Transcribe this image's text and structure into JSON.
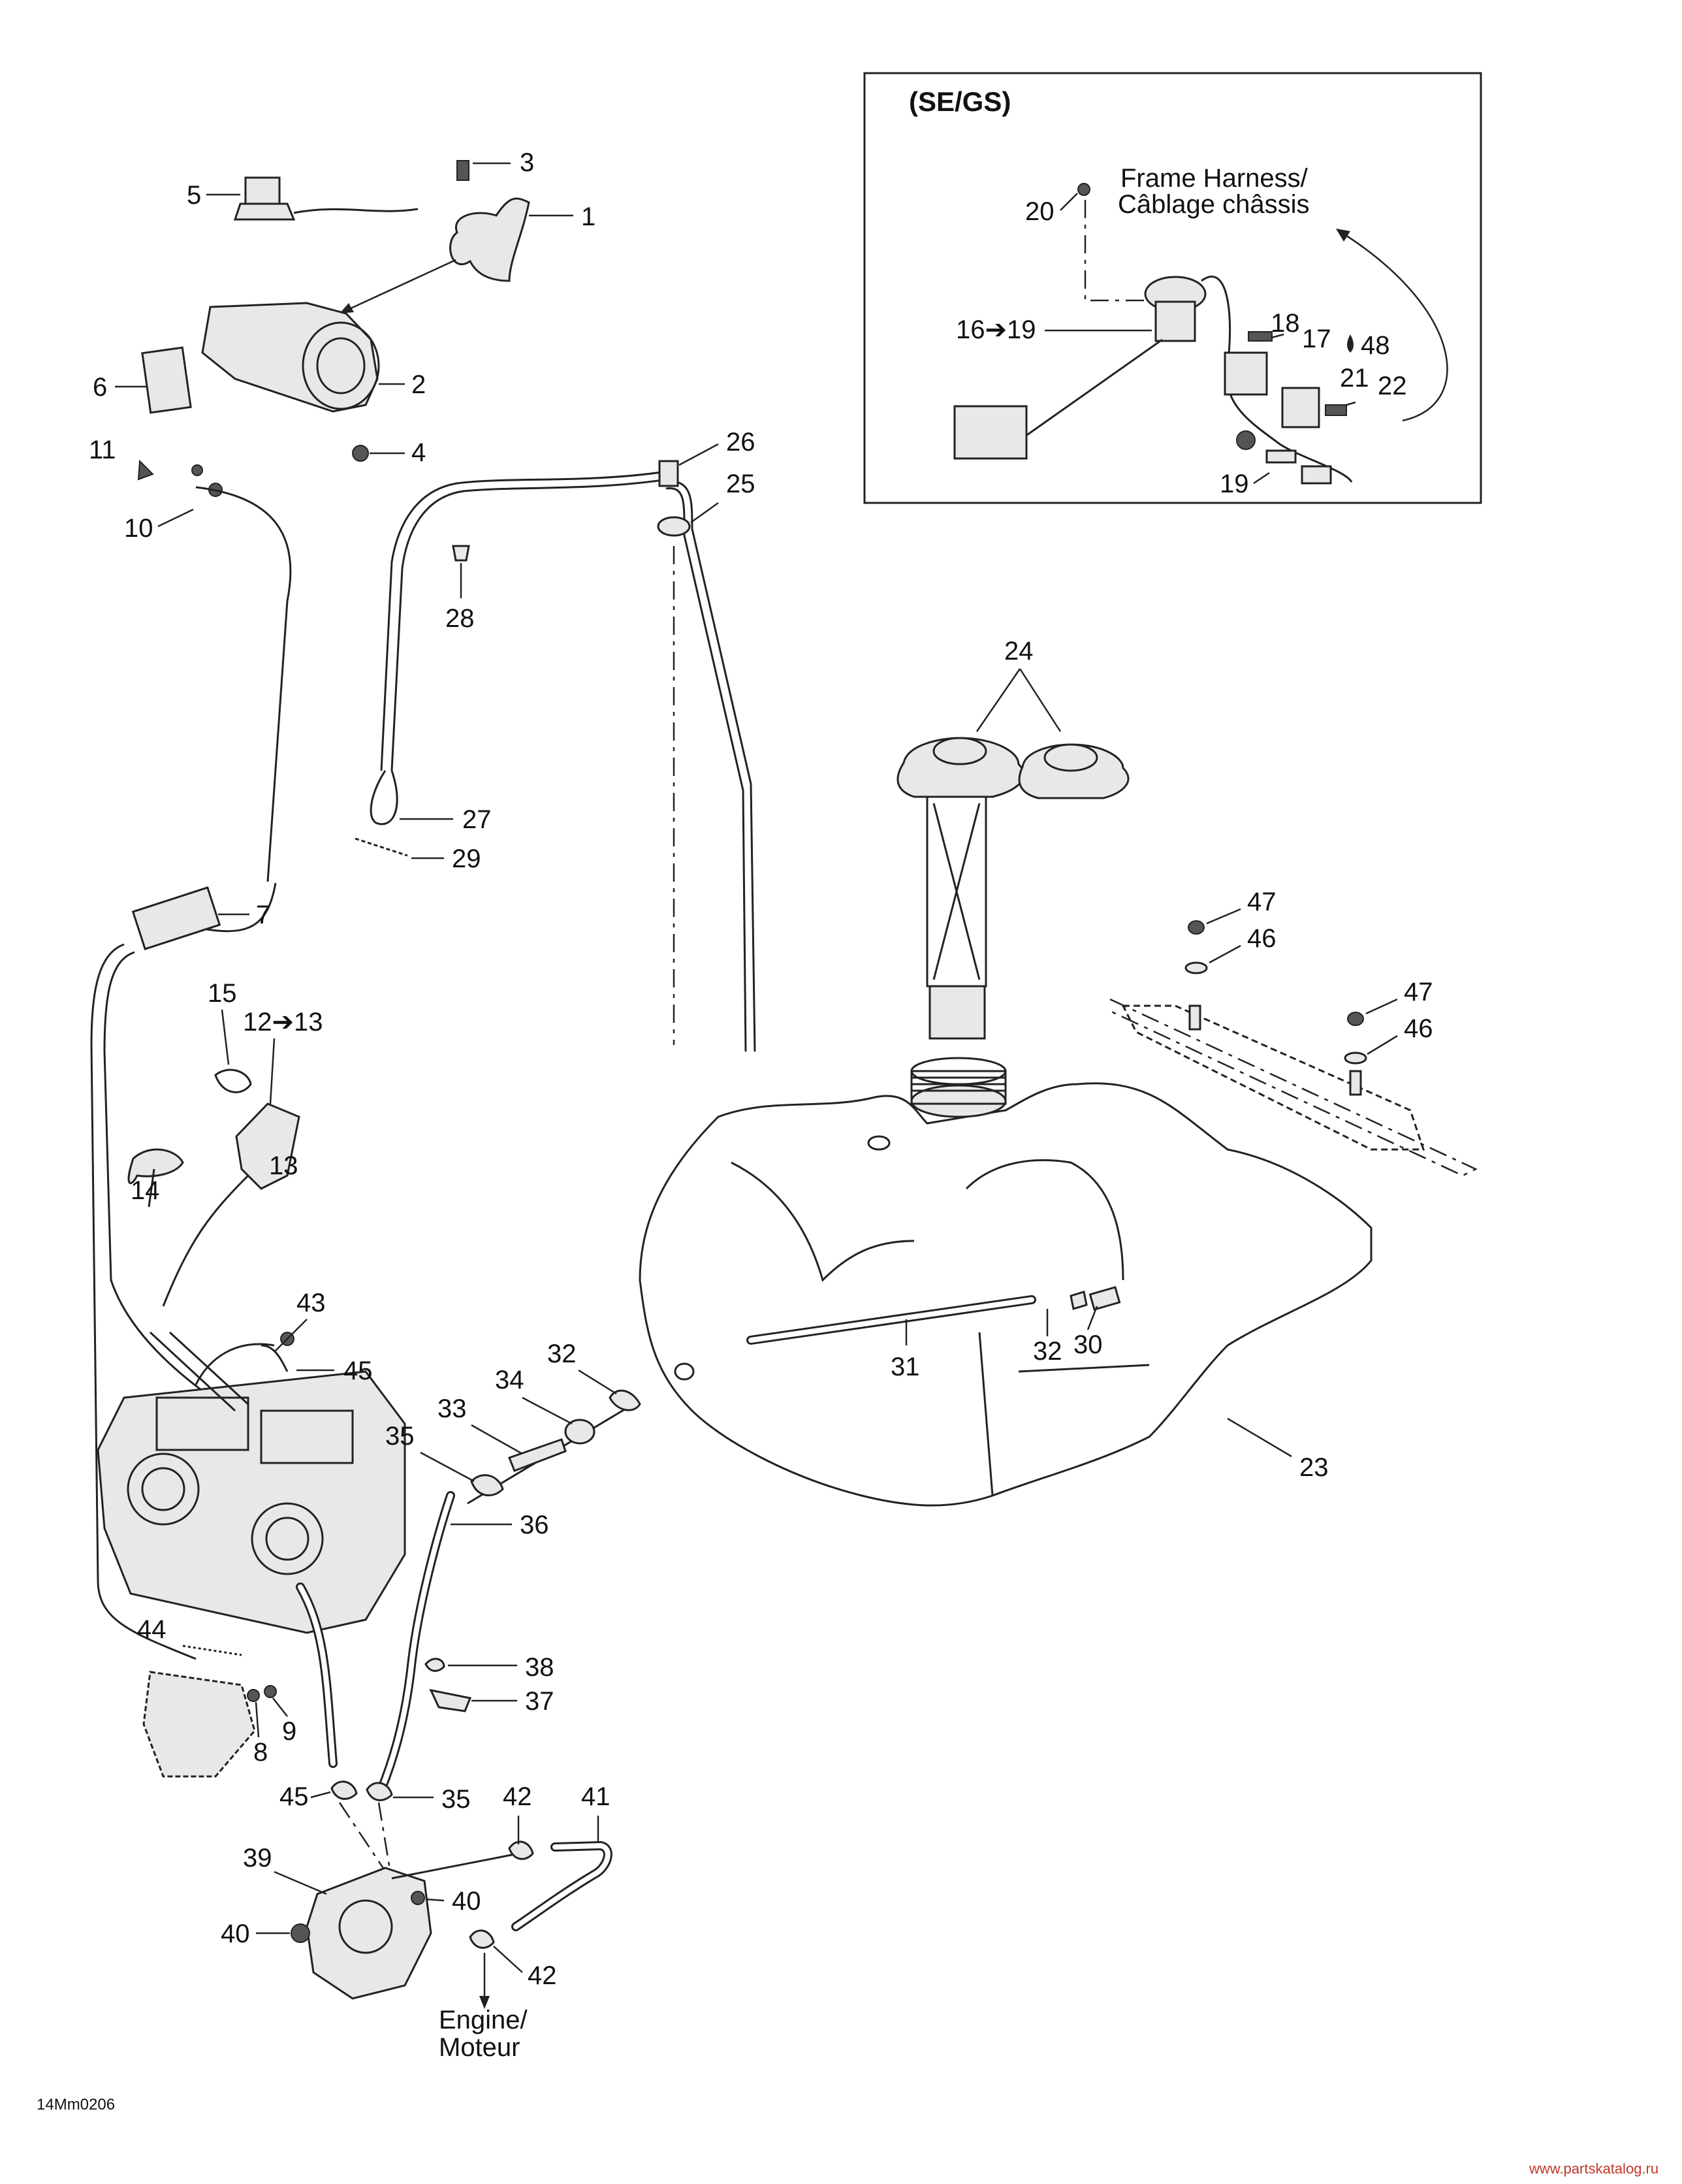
{
  "inset": {
    "title": "(SE/GS)",
    "note_line1": "Frame Harness/",
    "note_line2": "Câblage châssis"
  },
  "callouts": {
    "c1": "1",
    "c2": "2",
    "c3": "3",
    "c4": "4",
    "c5": "5",
    "c6": "6",
    "c7": "7",
    "c8": "8",
    "c9": "9",
    "c10": "10",
    "c11": "11",
    "c12_13": "12➔13",
    "c13": "13",
    "c14": "14",
    "c15": "15",
    "c16_19": "16➔19",
    "c17": "17",
    "c18": "18",
    "c19": "19",
    "c20": "20",
    "c21": "21",
    "c22": "22",
    "c23": "23",
    "c24": "24",
    "c25": "25",
    "c26": "26",
    "c27": "27",
    "c28": "28",
    "c29": "29",
    "c30": "30",
    "c31": "31",
    "c32a": "32",
    "c32b": "32",
    "c33": "33",
    "c34": "34",
    "c35a": "35",
    "c35b": "35",
    "c36": "36",
    "c37": "37",
    "c38": "38",
    "c39": "39",
    "c40a": "40",
    "c40b": "40",
    "c41": "41",
    "c42a": "42",
    "c42b": "42",
    "c43": "43",
    "c44": "44",
    "c45a": "45",
    "c45b": "45",
    "c46a": "46",
    "c46b": "46",
    "c47a": "47",
    "c47b": "47",
    "c48": "48"
  },
  "engine_note": {
    "line1": "Engine/",
    "line2": "Moteur"
  },
  "figure_code": "14Mm0206",
  "watermark": "www.partskatalog.ru"
}
